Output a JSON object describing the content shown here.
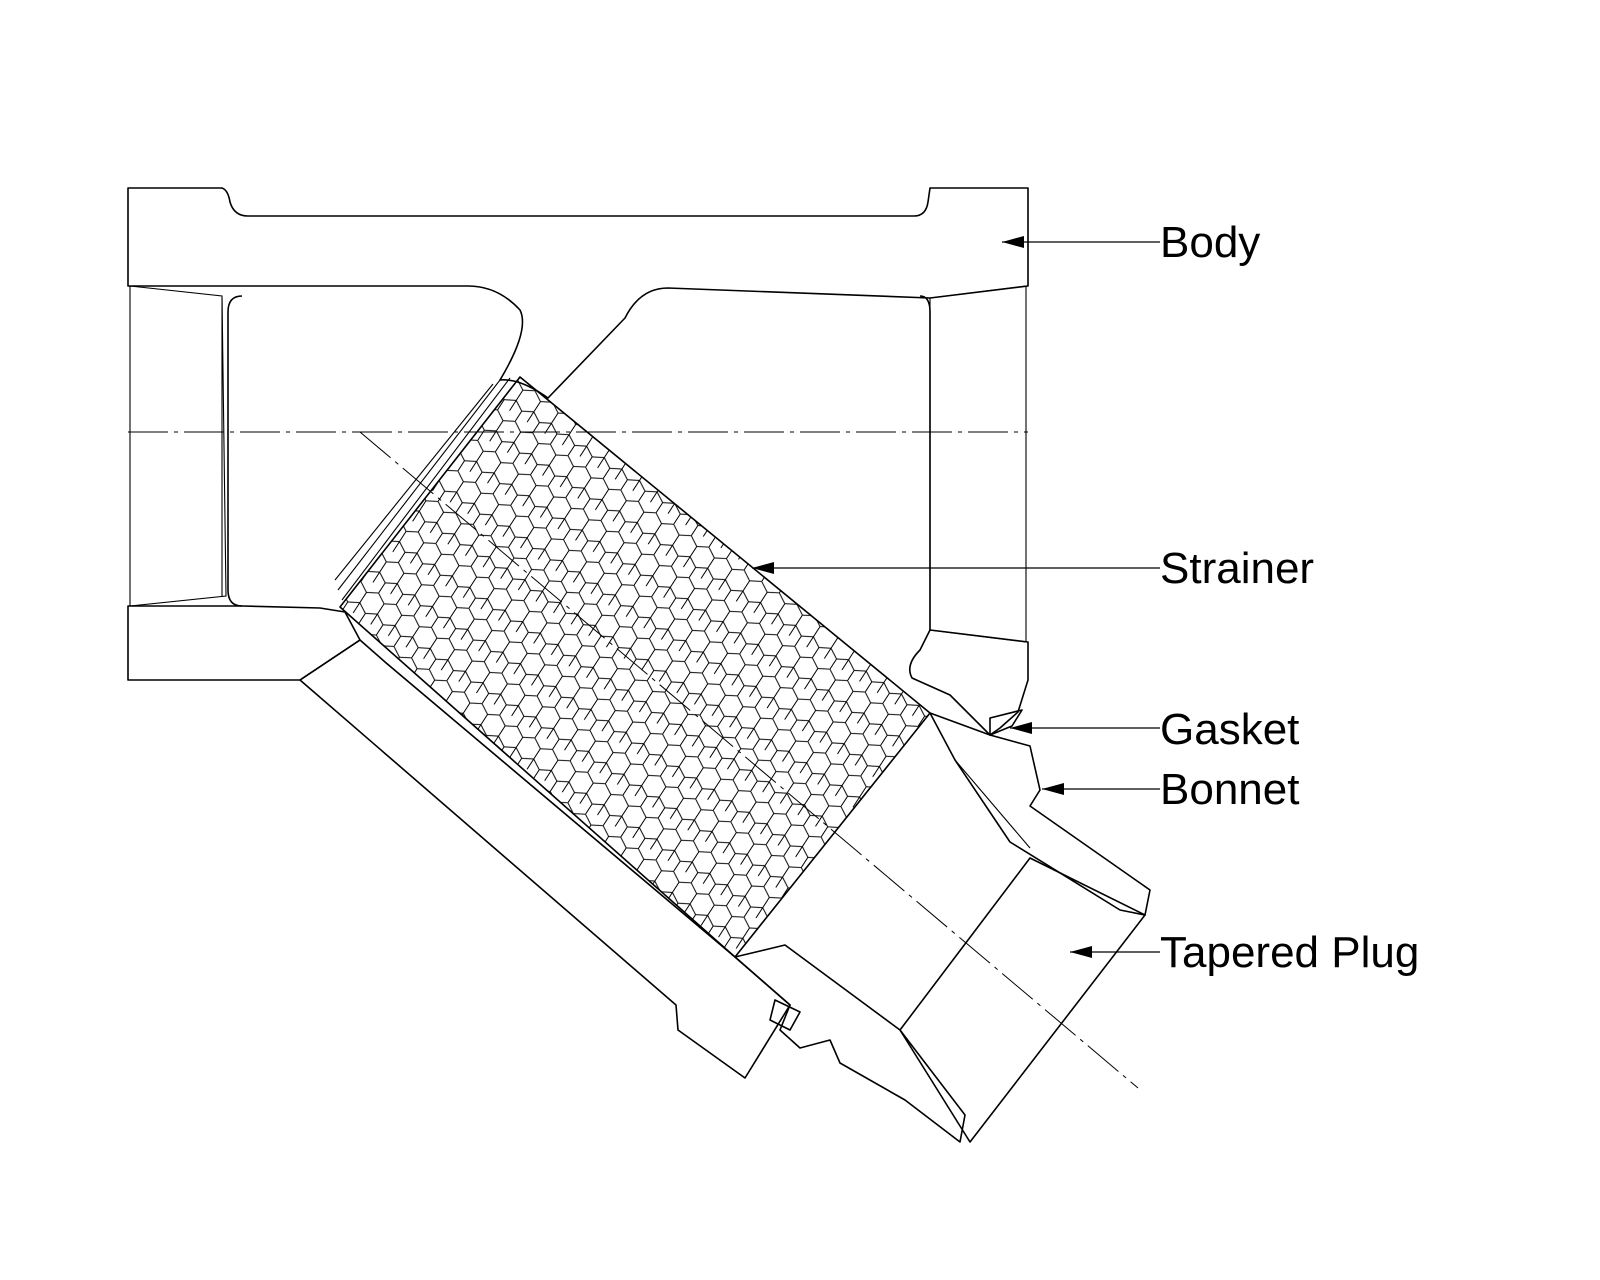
{
  "diagram": {
    "labels": {
      "body": "Body",
      "strainer": "Strainer",
      "gasket": "Gasket",
      "bonnet": "Bonnet",
      "tapered_plug": "Tapered Plug"
    },
    "colors": {
      "line": "#000000",
      "background": "#ffffff"
    }
  }
}
